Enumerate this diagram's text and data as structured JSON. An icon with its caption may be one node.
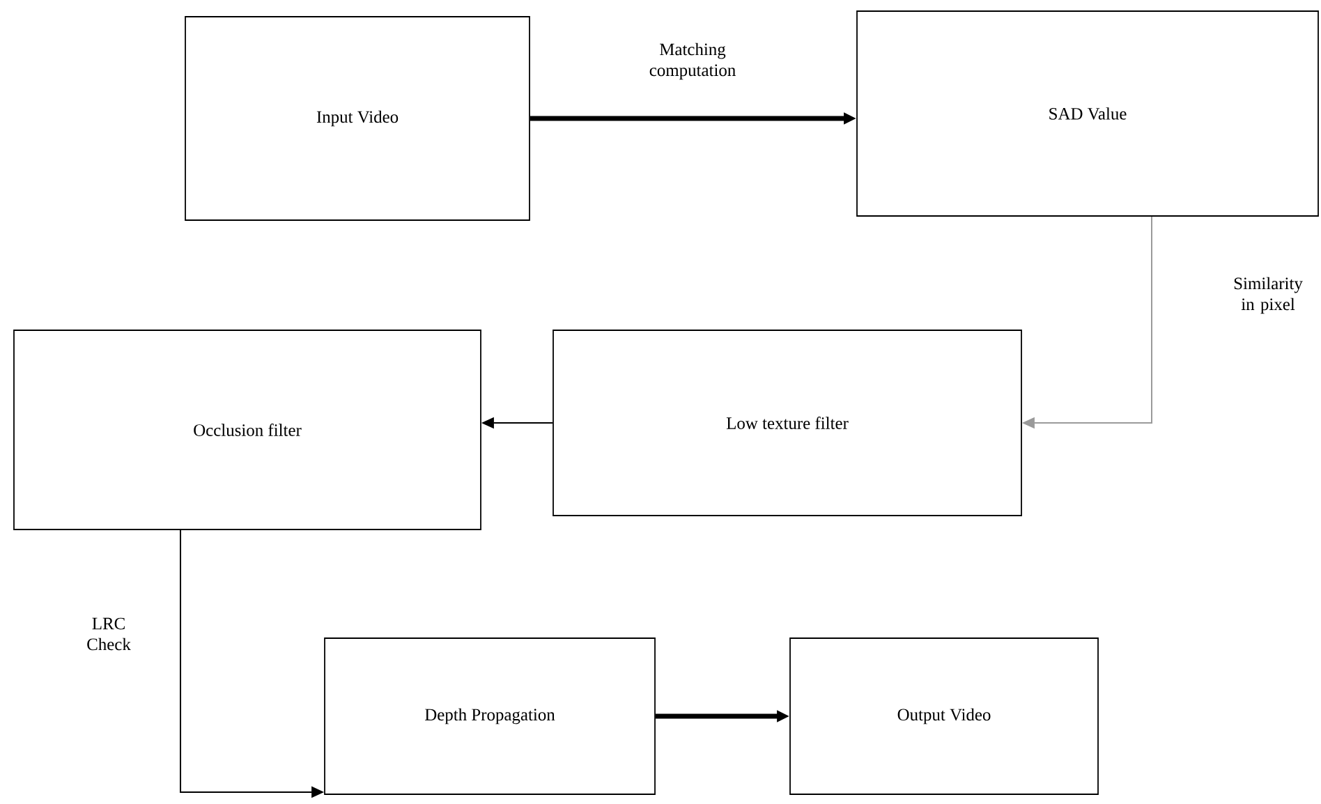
{
  "diagram": {
    "nodes": [
      {
        "text": [
          "Input Video"
        ]
      },
      {
        "text": [
          "SAD Value"
        ]
      },
      {
        "text": [
          "Low texture filter"
        ]
      },
      {
        "text": [
          "Occlusion filter"
        ]
      },
      {
        "text": [
          "Depth Propagation"
        ]
      },
      {
        "text": [
          "Output Video"
        ]
      }
    ],
    "edges": [
      {
        "from": 0,
        "to": 1,
        "arrow": "to",
        "label": "Matching computation",
        "style": "thick"
      },
      {
        "from": 1,
        "to": 2,
        "arrow": "to",
        "label": "Similarity in pixel",
        "color": "#9a9a9a"
      },
      {
        "from": 2,
        "to": 3,
        "arrow": "to"
      },
      {
        "from": 3,
        "to": 4,
        "arrow": "to",
        "label": "LRC Check"
      },
      {
        "from": 4,
        "to": 5,
        "arrow": "to",
        "style": "thick"
      }
    ]
  }
}
